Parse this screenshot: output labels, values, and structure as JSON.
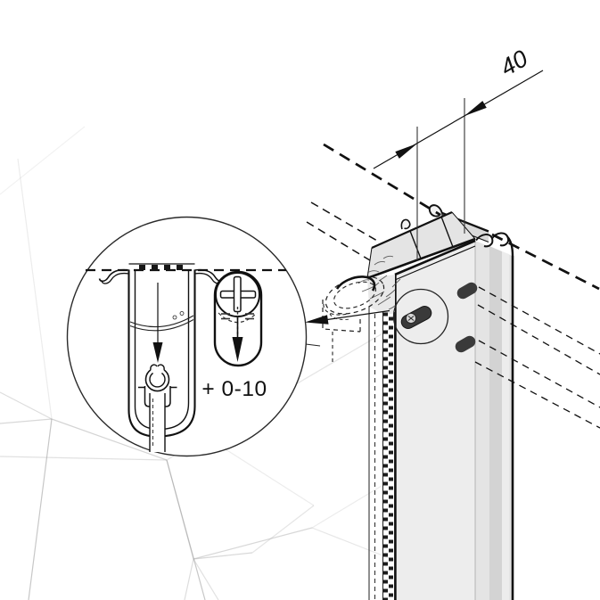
{
  "diagram": {
    "type": "isometric-installation-detail-drawing",
    "dimension_label": "40",
    "adjustment_label": "+ 0-10"
  },
  "icons": {
    "leader_arrow": "left-pointing solid arrowhead",
    "channel_down_arrow": "solid down arrow",
    "screw_down_arrow": "solid down arrow",
    "phillips_screw_head": "+",
    "detail_circle": "magnifier detail circle"
  },
  "colors": {
    "line": "#1a1a1a",
    "post_front_face": "#ededed",
    "post_side_face": "#e4e4e4",
    "post_side_band": "#d3d3d3",
    "post_top_face": "#e4e4e4",
    "flange_face": "#dadada",
    "slot_fill": "#3a3a3a",
    "mesh_line": "#a9a9a9",
    "background": "#ffffff"
  }
}
